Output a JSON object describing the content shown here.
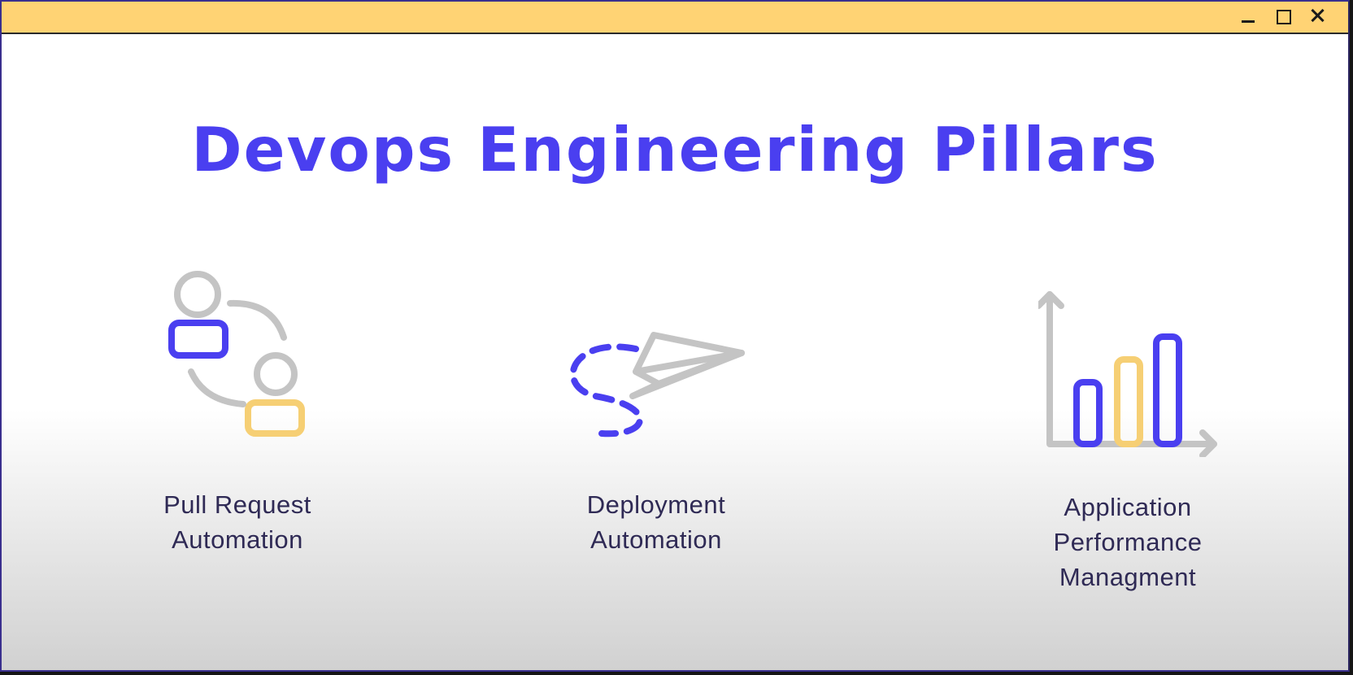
{
  "window": {
    "titlebar_color": "#ffd374",
    "controls": [
      "minimize-icon",
      "maximize-icon",
      "close-icon"
    ]
  },
  "slide": {
    "title": "Devops Engineering Pillars",
    "title_color": "#4a3ff0",
    "accent_yellow": "#f6cf74",
    "icon_gray": "#c4c4c4",
    "pillars": [
      {
        "icon": "users-exchange-icon",
        "label_line1": "Pull Request",
        "label_line2": "Automation"
      },
      {
        "icon": "paper-plane-icon",
        "label_line1": "Deployment",
        "label_line2": "Automation"
      },
      {
        "icon": "bar-chart-icon",
        "label_line1": "Application",
        "label_line2": "Performance",
        "label_line3": "Managment"
      }
    ]
  }
}
